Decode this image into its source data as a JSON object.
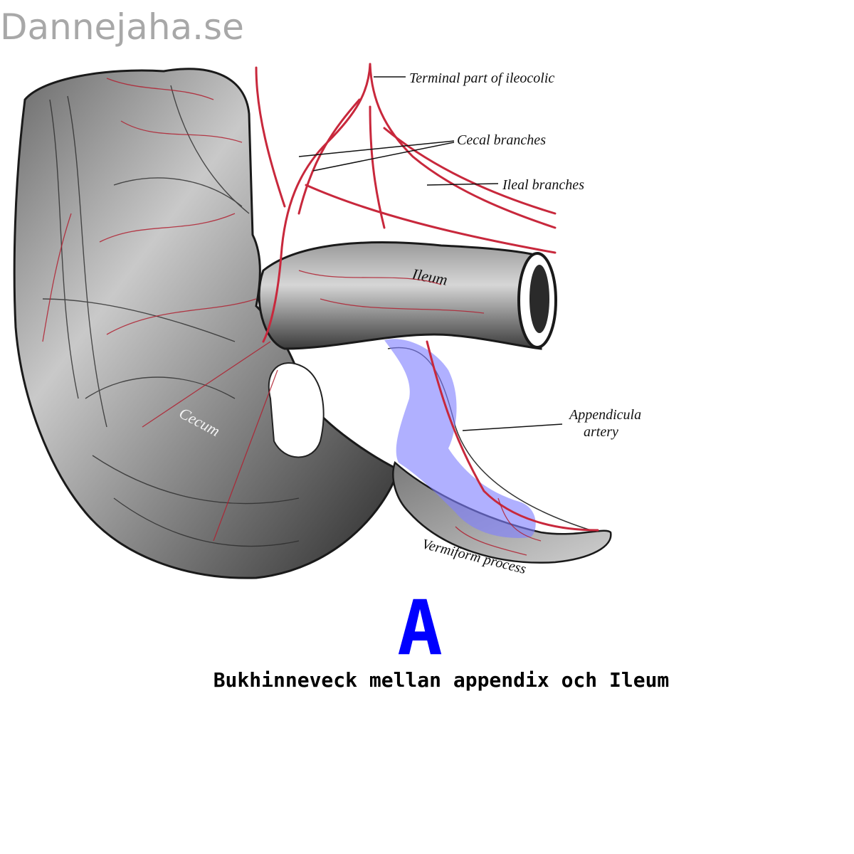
{
  "watermark": "Dannejaha.se",
  "labels": {
    "terminal_ileocolic": "Terminal part of ileocolic",
    "cecal_branches": "Cecal branches",
    "ileal_branches": "Ileal branches",
    "ileum": "Ileum",
    "cecum": "Cecum",
    "appendicular_line1": "Appendicula",
    "appendicular_line2": "artery",
    "vermiform": "Vermiform process"
  },
  "highlight_color": "#8080ff",
  "artery_color": "#c8283c",
  "answer_letter": "A",
  "answer_color": "#0000ff",
  "caption": "Bukhinneveck mellan appendix och Ileum"
}
